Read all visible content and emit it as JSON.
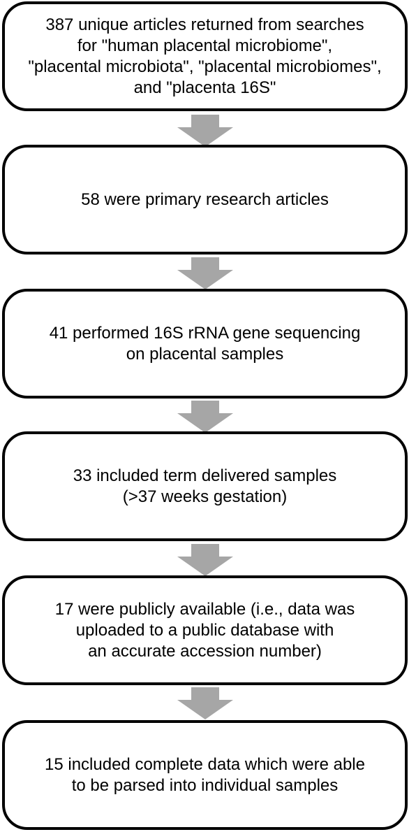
{
  "flowchart": {
    "steps": [
      {
        "text": "387 unique articles returned from searches\nfor \"human placental microbiome\",\n\"placental microbiota\", \"placental microbiomes\",\nand \"placenta 16S\""
      },
      {
        "text": "58 were primary research articles"
      },
      {
        "text": "41 performed 16S rRNA gene sequencing\non placental samples"
      },
      {
        "text": "33 included term delivered samples\n(>37 weeks gestation)"
      },
      {
        "text": "17 were publicly available (i.e., data was\nuploaded to a public database with\nan accurate accession number)"
      },
      {
        "text": "15 included complete data which were able\nto be parsed into individual samples"
      }
    ],
    "arrow_color": "#a6a6a6",
    "box_border_color": "#000000"
  }
}
